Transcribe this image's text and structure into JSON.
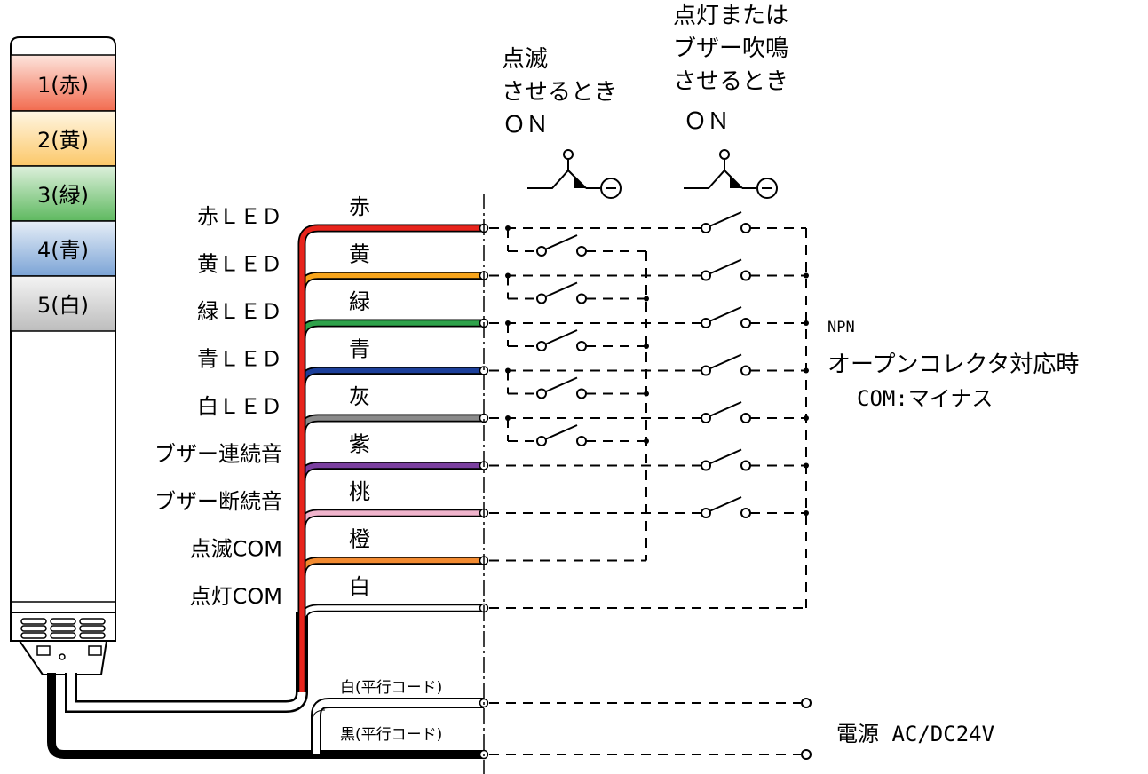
{
  "tower": {
    "tiers": [
      {
        "label": "1(赤)",
        "color_top": "#fde5dd",
        "color_bottom": "#f26b4f"
      },
      {
        "label": "2(黄)",
        "color_top": "#fff6e3",
        "color_bottom": "#fcc869"
      },
      {
        "label": "3(緑)",
        "color_top": "#ddf0dc",
        "color_bottom": "#5fb960"
      },
      {
        "label": "4(青)",
        "color_top": "#e6eef7",
        "color_bottom": "#7ca4d6"
      },
      {
        "label": "5(白)",
        "color_top": "#f4f4f4",
        "color_bottom": "#bdbdbd"
      }
    ]
  },
  "functions": [
    "赤ＬＥＤ",
    "黄ＬＥＤ",
    "緑ＬＥＤ",
    "青ＬＥＤ",
    "白ＬＥＤ",
    "ブザー連続音",
    "ブザー断続音",
    "点滅COM",
    "点灯COM"
  ],
  "wires": [
    {
      "label": "赤",
      "color": "#e8241c"
    },
    {
      "label": "黄",
      "color": "#f8a51c"
    },
    {
      "label": "緑",
      "color": "#2ea24a"
    },
    {
      "label": "青",
      "color": "#1c3f9a"
    },
    {
      "label": "灰",
      "color": "#8a8a8a"
    },
    {
      "label": "紫",
      "color": "#7b3fa0"
    },
    {
      "label": "桃",
      "color": "#f0b4cc"
    },
    {
      "label": "橙",
      "color": "#f28a30"
    },
    {
      "label": "白",
      "color": "#ffffff"
    }
  ],
  "power_wires": [
    "白(平行コード)",
    "黒(平行コード)"
  ],
  "flash_header": [
    "点滅",
    "させるとき",
    "ＯＮ"
  ],
  "light_header": [
    "点灯または",
    "ブザー吹鳴",
    "させるとき",
    "ＯＮ"
  ],
  "npn_note": [
    "NPN",
    "オープンコレクタ対応時",
    "COM:マイナス"
  ],
  "power_label": "電源 AC/DC24V"
}
